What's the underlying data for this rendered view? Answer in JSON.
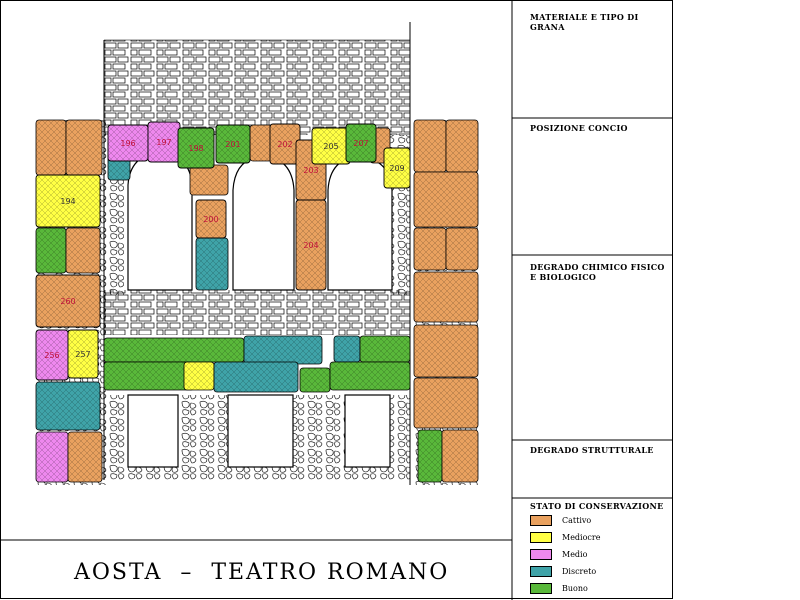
{
  "title": "AOSTA  –  TEATRO ROMANO",
  "panels": {
    "materiale": "MATERIALE E TIPO DI GRANA",
    "posizione": "POSIZIONE CONCIO",
    "degrado_chimico": "DEGRADO CHIMICO FISICO E BIOLOGICO",
    "degrado_strutturale": "DEGRADO STRUTTURALE",
    "stato": "STATO DI CONSERVAZIONE"
  },
  "legend": [
    {
      "label": "Cattivo",
      "color": "#e9a15f"
    },
    {
      "label": "Mediocre",
      "color": "#ffff44"
    },
    {
      "label": "Medio",
      "color": "#ee88ee"
    },
    {
      "label": "Discreto",
      "color": "#3fa3a8"
    },
    {
      "label": "Buono",
      "color": "#59b83a"
    }
  ],
  "blocks": [
    {
      "id": "194",
      "state": "Mediocre"
    },
    {
      "id": "196",
      "state": "Medio"
    },
    {
      "id": "197",
      "state": "Medio"
    },
    {
      "id": "198",
      "state": "Buono"
    },
    {
      "id": "200",
      "state": "Cattivo"
    },
    {
      "id": "201",
      "state": "Buono"
    },
    {
      "id": "202",
      "state": "Cattivo"
    },
    {
      "id": "203",
      "state": "Cattivo"
    },
    {
      "id": "204",
      "state": "Cattivo"
    },
    {
      "id": "205",
      "state": "Mediocre"
    },
    {
      "id": "207",
      "state": "Buono"
    },
    {
      "id": "209",
      "state": "Mediocre"
    },
    {
      "id": "256",
      "state": "Medio"
    },
    {
      "id": "257",
      "state": "Mediocre"
    },
    {
      "id": "260",
      "state": "Cattivo"
    }
  ]
}
